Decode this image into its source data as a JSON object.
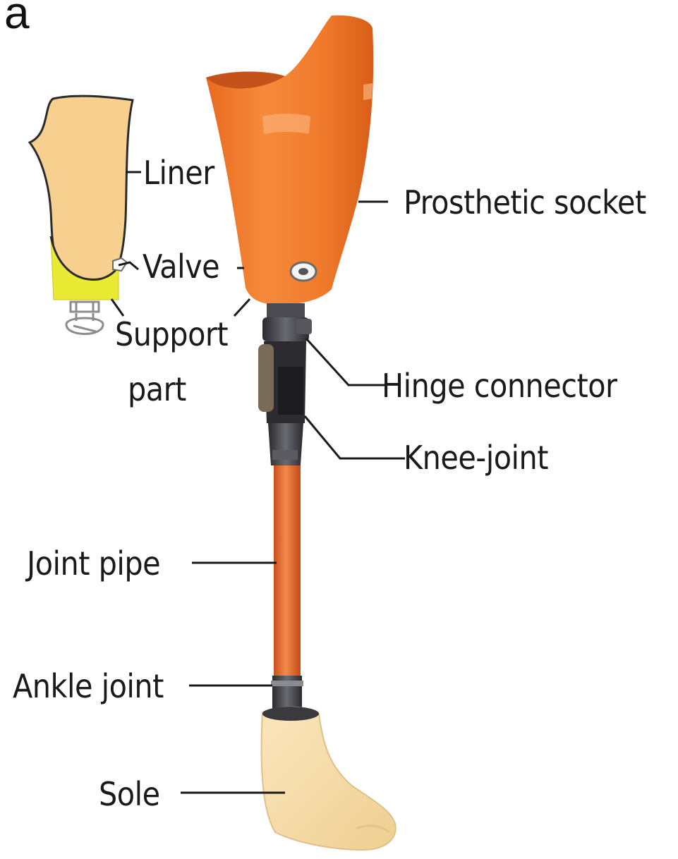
{
  "figure": {
    "panel_letter": "a",
    "colors": {
      "socket_orange": "#f07a2c",
      "liner_skin": "#f7cf8f",
      "valve_yellow": "#e9ea33",
      "pipe_orange": "#e8682a",
      "foot_skin": "#f7dba6",
      "metal_dark": "#3d3d42",
      "leader_line": "#1a1a1a"
    },
    "labels": {
      "liner": "Liner",
      "valve": "Valve",
      "support_part_line1": "Support",
      "support_part_line2": "part",
      "prosthetic_socket": "Prosthetic socket",
      "hinge_connector": "Hinge connector",
      "knee_joint": "Knee-joint",
      "joint_pipe": "Joint pipe",
      "ankle_joint": "Ankle joint",
      "sole": "Sole"
    }
  }
}
